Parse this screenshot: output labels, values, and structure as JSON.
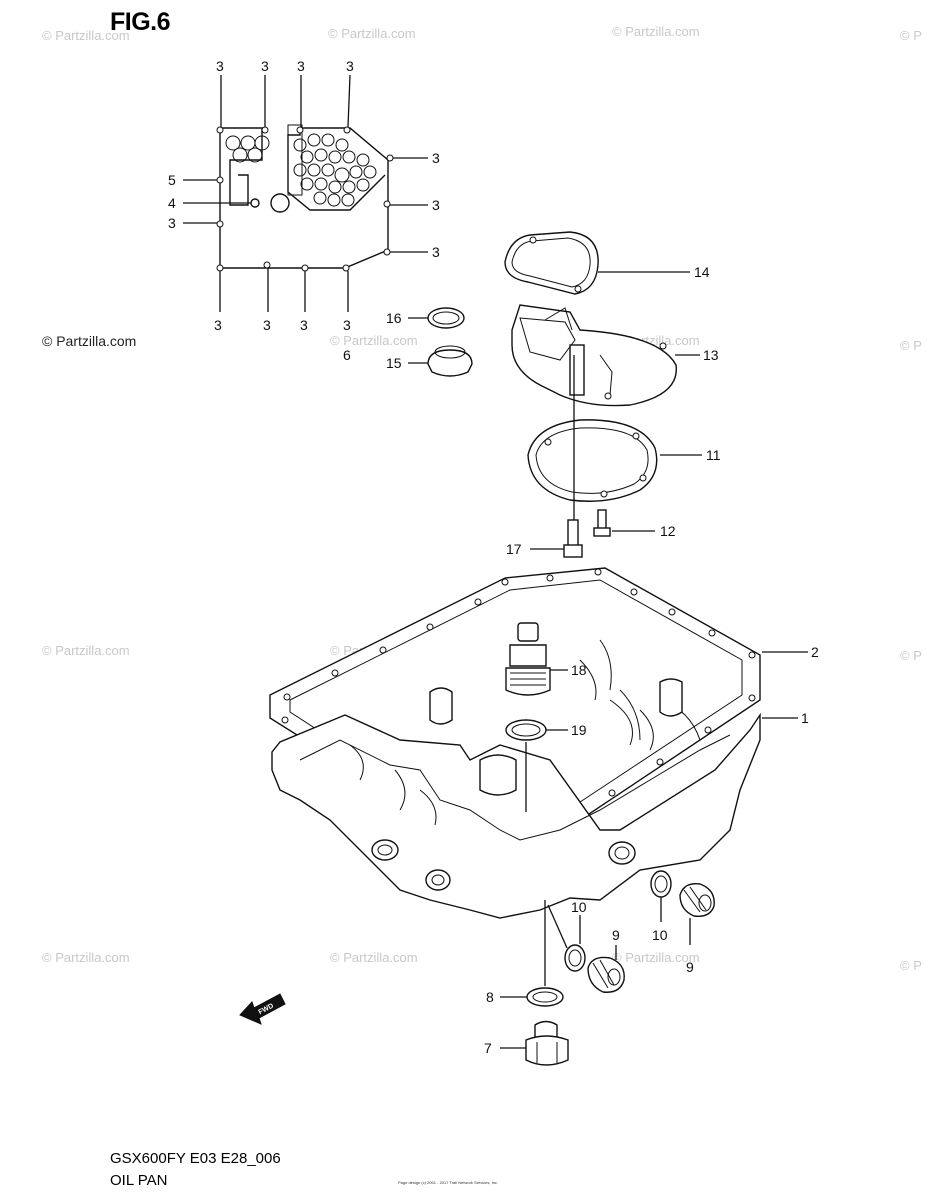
{
  "figure_title": "FIG.6",
  "model_code": "GSX600FY E03 E28_006",
  "section_title": "OIL PAN",
  "footnote": "Page design (c) 2001 - 2017 Trail Network Services, Inc.",
  "watermark_text": "© Partzilla.com",
  "watermark_edge": "© P",
  "colors": {
    "line": "#111111",
    "watermark": "#c8c8c8",
    "background": "#ffffff"
  },
  "callouts": {
    "c3_top_1": "3",
    "c3_top_2": "3",
    "c3_top_3": "3",
    "c3_top_4": "3",
    "c3_right_1": "3",
    "c3_right_2": "3",
    "c3_right_3": "3",
    "c3_left": "3",
    "c3_bottom_1": "3",
    "c3_bottom_2": "3",
    "c3_bottom_3": "3",
    "c3_bottom_4": "3",
    "c4": "4",
    "c5": "5",
    "c6": "6",
    "c1": "1",
    "c2": "2",
    "c7": "7",
    "c8": "8",
    "c9_left": "9",
    "c9_right": "9",
    "c10_left": "10",
    "c10_right": "10",
    "c11": "11",
    "c12": "12",
    "c13": "13",
    "c14": "14",
    "c15": "15",
    "c16": "16",
    "c17": "17",
    "c18": "18",
    "c19": "19"
  },
  "fwd_label": "FWD"
}
